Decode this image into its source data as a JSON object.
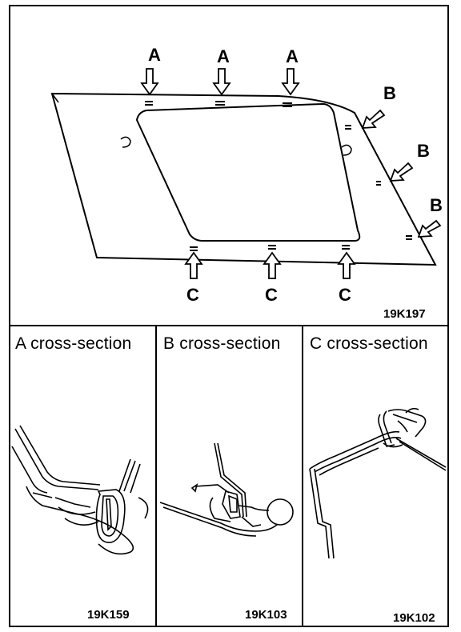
{
  "main_view": {
    "callouts": {
      "a": "A",
      "b": "B",
      "c": "C"
    },
    "figure_code": "19K197"
  },
  "sections": [
    {
      "title": "A cross-section",
      "figure_code": "19K159"
    },
    {
      "title": "B cross-section",
      "figure_code": "19K103"
    },
    {
      "title": "C cross-section",
      "figure_code": "19K102"
    }
  ]
}
